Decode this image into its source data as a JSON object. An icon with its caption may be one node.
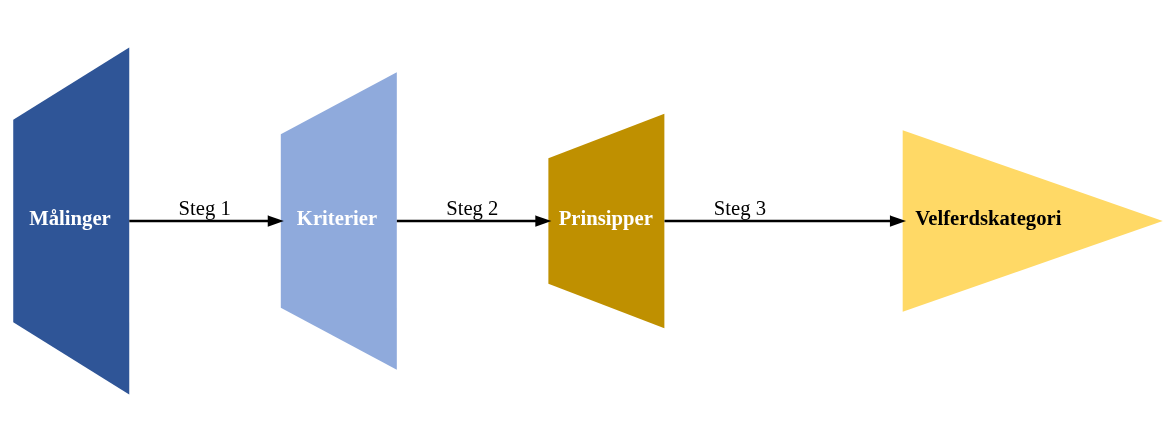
{
  "diagram": {
    "nodes": [
      {
        "text": [
          "Målinger"
        ]
      },
      {
        "text": [
          "Kriterier"
        ]
      },
      {
        "text": [
          "Prinsipper"
        ]
      },
      {
        "text": [
          "Velferdskategori"
        ]
      }
    ],
    "edges": [
      {
        "from": 0,
        "to": 1,
        "arrow": "to",
        "label": "Steg 1"
      },
      {
        "from": 1,
        "to": 2,
        "arrow": "to",
        "label": "Steg 2"
      },
      {
        "from": 2,
        "to": 3,
        "arrow": "to",
        "label": "Steg 3"
      }
    ]
  }
}
